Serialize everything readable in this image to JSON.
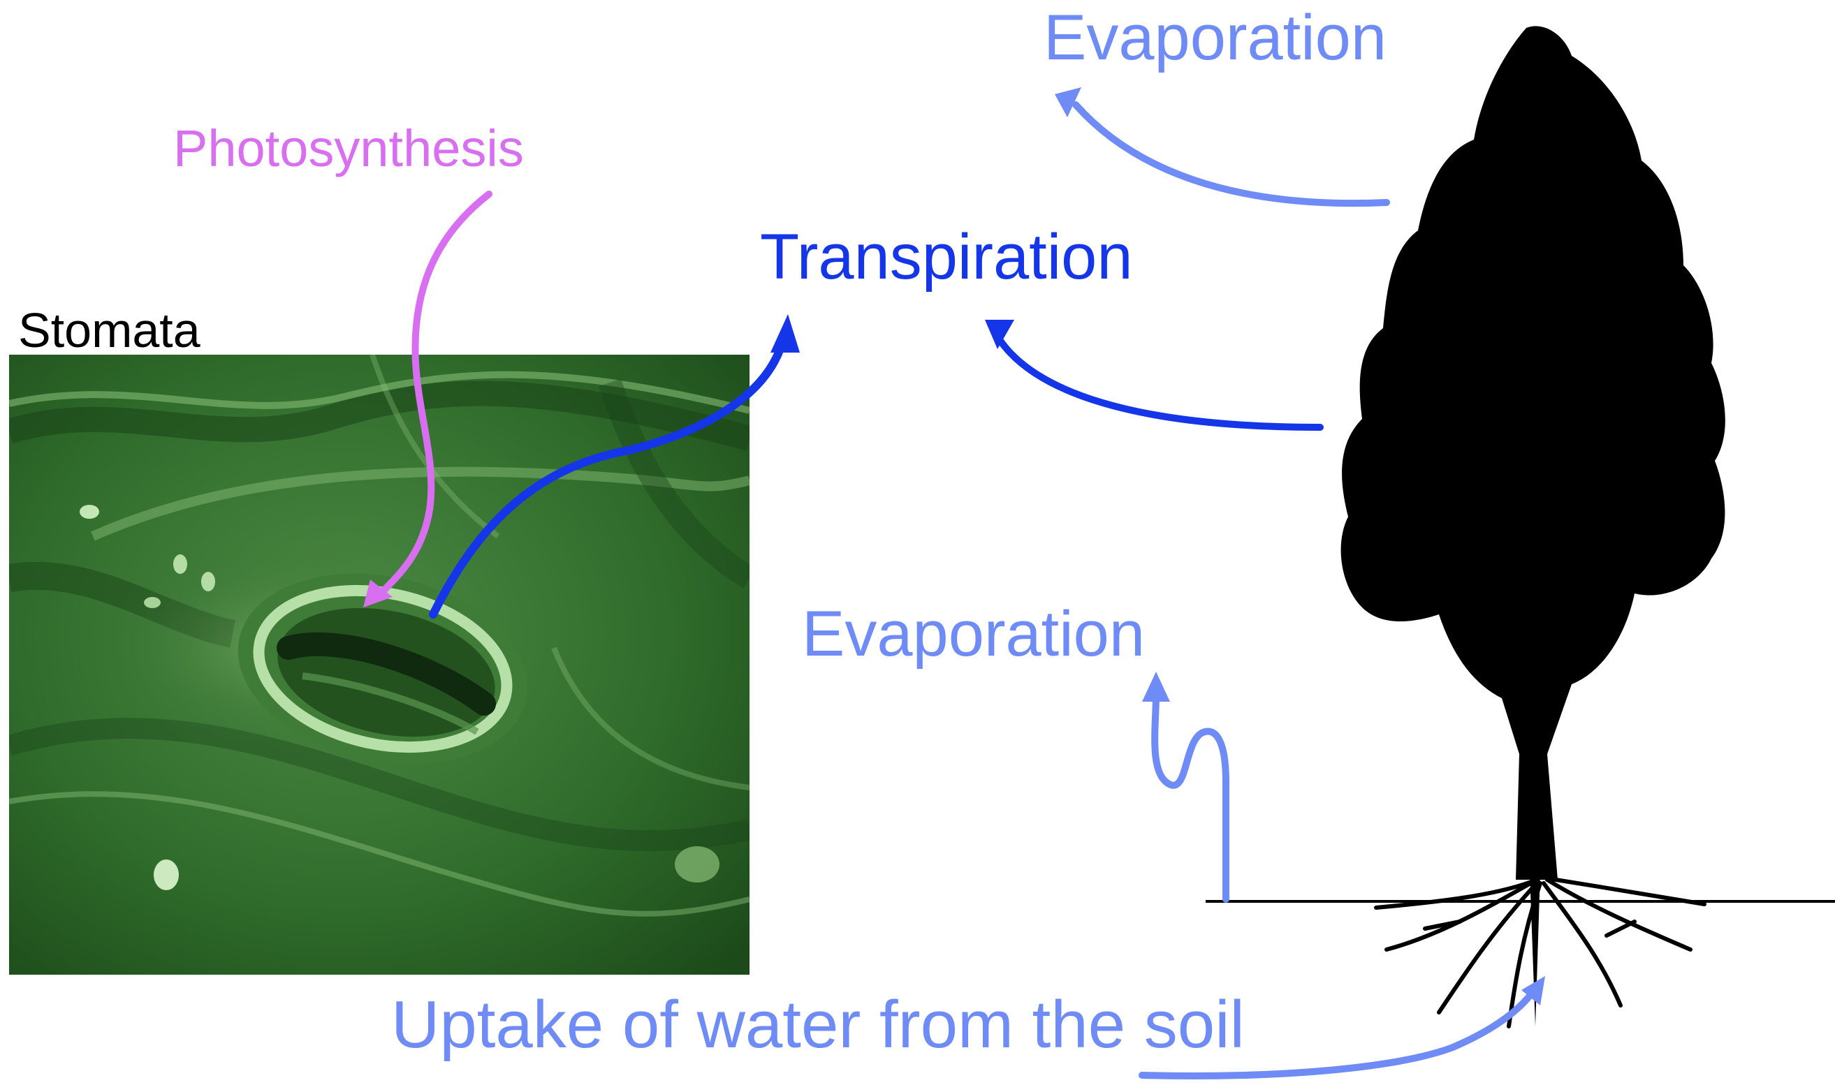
{
  "labels": {
    "evaporation_top": "Evaporation",
    "photosynthesis": "Photosynthesis",
    "transpiration": "Transpiration",
    "stomata": "Stomata",
    "evaporation_ground": "Evaporation",
    "uptake": "Uptake of water from the soil"
  },
  "colors": {
    "evaporation": "#6f8bf5",
    "transpiration": "#1536e8",
    "photosynthesis": "#d86ef0",
    "stomata_label": "#000000",
    "tree": "#000000",
    "leaf_surface": "#2f6b2a"
  }
}
